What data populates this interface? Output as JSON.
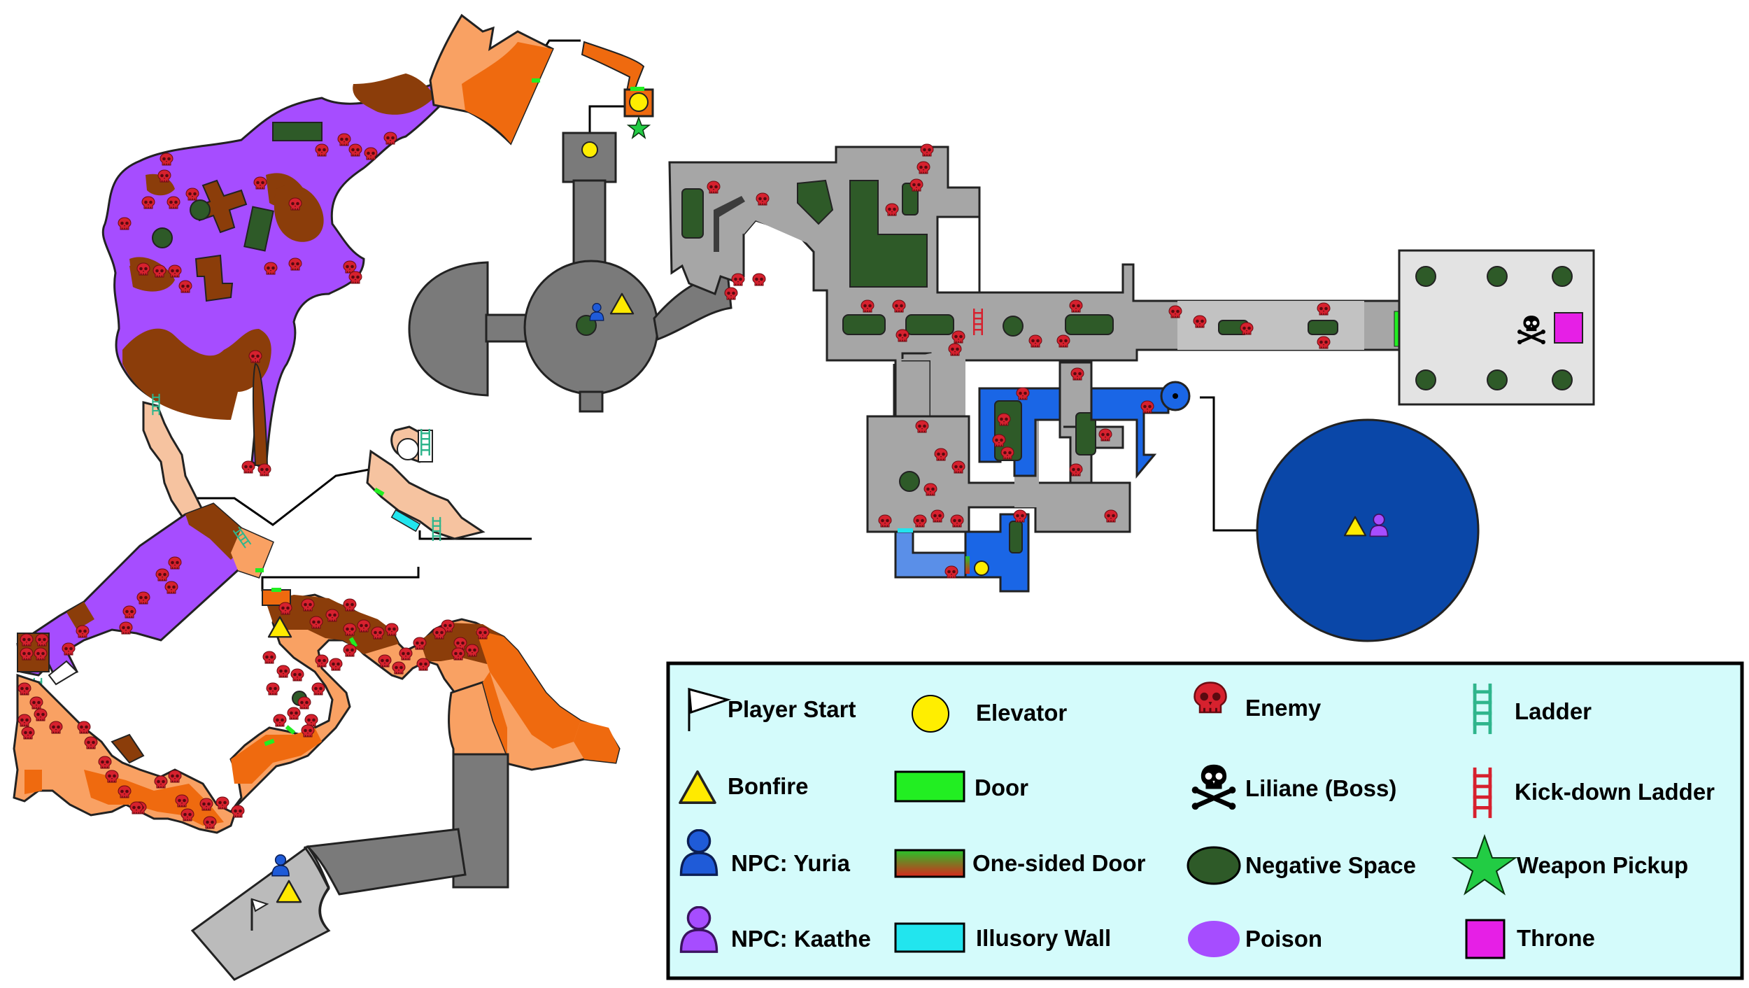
{
  "legend": {
    "items": [
      {
        "key": "player-start",
        "label": "Player Start",
        "icon": "flag-icon"
      },
      {
        "key": "elevator",
        "label": "Elevator",
        "icon": "yellow-circle-icon"
      },
      {
        "key": "enemy",
        "label": "Enemy",
        "icon": "red-skull-icon"
      },
      {
        "key": "ladder",
        "label": "Ladder",
        "icon": "green-ladder-icon"
      },
      {
        "key": "bonfire",
        "label": "Bonfire",
        "icon": "yellow-triangle-icon"
      },
      {
        "key": "door",
        "label": "Door",
        "icon": "green-rect-icon"
      },
      {
        "key": "boss",
        "label": "Liliane (Boss)",
        "icon": "skull-crossbones-icon"
      },
      {
        "key": "kick-ladder",
        "label": "Kick-down Ladder",
        "icon": "red-ladder-icon"
      },
      {
        "key": "npc-yuria",
        "label": "NPC: Yuria",
        "icon": "blue-person-icon"
      },
      {
        "key": "one-sided-door",
        "label": "One-sided Door",
        "icon": "gradient-rect-icon"
      },
      {
        "key": "negative-space",
        "label": "Negative Space",
        "icon": "dark-green-ellipse-icon"
      },
      {
        "key": "weapon",
        "label": "Weapon Pickup",
        "icon": "green-star-icon"
      },
      {
        "key": "npc-kaathe",
        "label": "NPC: Kaathe",
        "icon": "purple-person-icon"
      },
      {
        "key": "illusory-wall",
        "label": "Illusory Wall",
        "icon": "cyan-rect-icon"
      },
      {
        "key": "poison",
        "label": "Poison",
        "icon": "purple-ellipse-icon"
      },
      {
        "key": "throne",
        "label": "Throne",
        "icon": "magenta-square-icon"
      }
    ]
  },
  "colors": {
    "poison": "#a64dff",
    "mud": "#8b3d0a",
    "orange_dark": "#ef6a0f",
    "orange_light": "#f9a163",
    "peach": "#f6c3a0",
    "stone_dark": "#7a7a7a",
    "stone_mid": "#a6a6a6",
    "stone_light": "#d9d9d9",
    "water_blue": "#1a66e6",
    "water_light": "#5a8fe8",
    "boss_blue": "#0a47a8",
    "negative": "#2e5a28",
    "enemy": "#d6212e",
    "door": "#22ee22",
    "illusory": "#22e5ee",
    "elevator": "#ffee00",
    "bonfire": "#ffea00",
    "throne": "#e61fe6",
    "legend_bg": "#d4fbfb"
  }
}
